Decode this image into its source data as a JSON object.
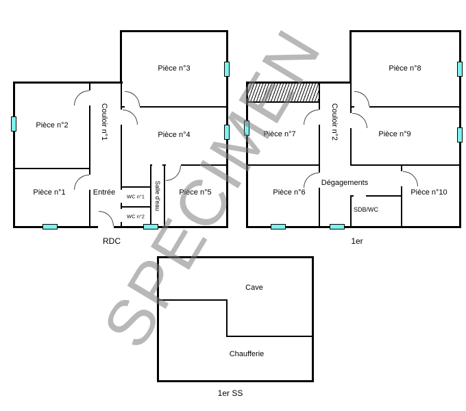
{
  "watermark": "SPECIMEN",
  "colors": {
    "wall": "#000000",
    "window_fill": "#7ef2ee",
    "watermark": "#7d7d7d"
  },
  "plans": {
    "rdc": {
      "caption": "RDC",
      "rooms": {
        "piece1": "Pièce n°1",
        "piece2": "Pièce n°2",
        "piece3": "Pièce n°3",
        "piece4": "Pièce n°4",
        "piece5": "Pièce n°5",
        "couloir1": "Couloir n°1",
        "entree": "Entrée",
        "wc1": "WC n°1",
        "wc2": "WC n°2",
        "salle_eau": "Salle d'eau"
      }
    },
    "etage1": {
      "caption": "1er",
      "rooms": {
        "piece6": "Pièce n°6",
        "piece7": "Pièce n°7",
        "piece8": "Pièce n°8",
        "piece9": "Pièce n°9",
        "piece10": "Pièce n°10",
        "couloir2": "Couloir n°2",
        "degagements": "Dégagements",
        "sdb_wc": "SDB/WC"
      }
    },
    "sous_sol": {
      "caption": "1er SS",
      "rooms": {
        "cave": "Cave",
        "chaufferie": "Chaufferie"
      }
    }
  }
}
